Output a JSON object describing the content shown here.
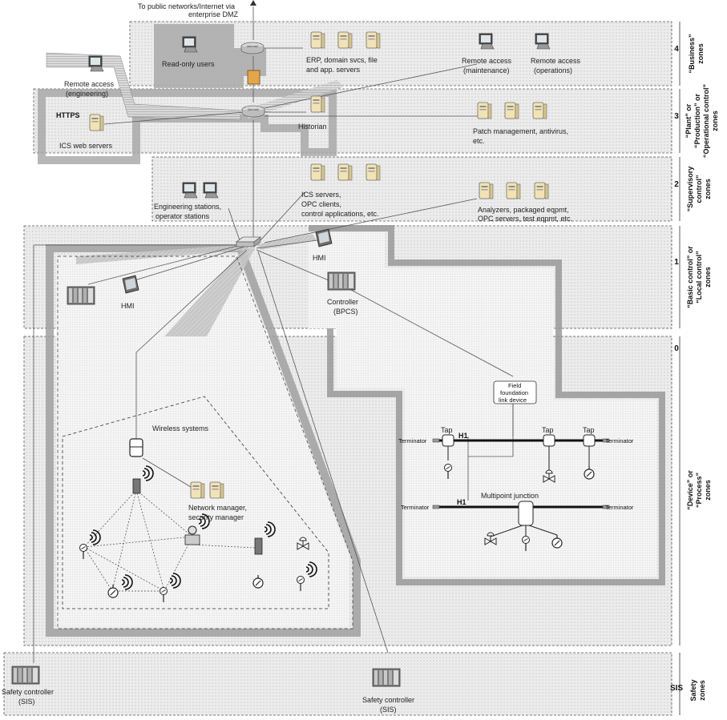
{
  "top_note": [
    "To public networks/Internet via",
    "enterprise DMZ"
  ],
  "zones": {
    "business": {
      "number": "4",
      "label": [
        "“Business”",
        "zones"
      ]
    },
    "plant": {
      "number": "3",
      "label": [
        "“Plant” or",
        "“Production” or",
        "“Operational control”",
        "zones"
      ]
    },
    "supervisory": {
      "number": "2",
      "label": [
        "“Supervisory",
        "control”",
        "zones"
      ]
    },
    "basic": {
      "number": "1",
      "label": [
        "“Basic control” or",
        "“Local control”",
        "zones"
      ]
    },
    "device": {
      "number": "0",
      "label": [
        "“Device” or",
        "“Process”",
        "zones"
      ]
    },
    "sis": {
      "number": "SIS",
      "label": [
        "Safety",
        "zones"
      ]
    }
  },
  "labels": {
    "read_only_users": "Read-only users",
    "erp": [
      "ERP, domain svcs, file",
      "and app. servers"
    ],
    "remote_maint": [
      "Remote access",
      "(maintenance)"
    ],
    "remote_ops": [
      "Remote access",
      "(operations)"
    ],
    "remote_eng": [
      "Remote access",
      "(engineering)"
    ],
    "https": "HTTPS",
    "ics_web": "ICS web servers",
    "historian": "Historian",
    "patch": [
      "Patch management, antivirus,",
      "etc."
    ],
    "eng_stations": [
      "Engineering stations,",
      "operator stations"
    ],
    "ics_servers": [
      "ICS servers,",
      "OPC clients,",
      "control applications, etc."
    ],
    "analyzers": [
      "Analyzers, packaged eqpmt,",
      "OPC servers, test eqpmt, etc."
    ],
    "hmi_top": "HMI",
    "hmi_left": "HMI",
    "controller": [
      "Controller",
      "(BPCS)"
    ],
    "ff_link": [
      "Field",
      "foundation",
      "link device"
    ],
    "wireless": "Wireless systems",
    "net_manager": [
      "Network manager,",
      "security manager"
    ],
    "tap1": "Tap",
    "tap2": "Tap",
    "tap3": "Tap",
    "h1_top": "H1",
    "h1_bottom": "H1",
    "terminator_tl": "Terminator",
    "terminator_tr": "Terminator",
    "terminator_bl": "Terminator",
    "terminator_br": "Terminator",
    "multipoint": "Multipoint junction",
    "safety_left": [
      "Safety controller",
      "(SIS)"
    ],
    "safety_center": [
      "Safety controller",
      "(SIS)"
    ]
  }
}
